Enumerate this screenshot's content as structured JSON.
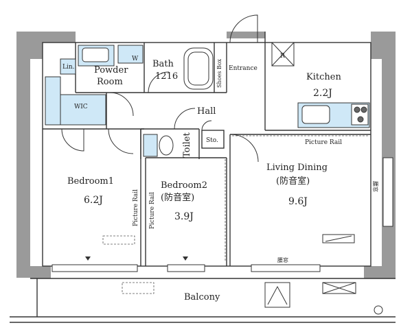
{
  "rooms": {
    "bath_label": "Bath",
    "bath_size": "1216",
    "powder_line1": "Powder",
    "powder_line2": "Room",
    "linen": "Lin.",
    "washer": "W",
    "shoes_box": "Shoes Box",
    "entrance": "Entrance",
    "kitchen": "Kitchen",
    "kitchen_size": "2.2J",
    "refrigerator": "R",
    "wic": "WIC",
    "hall": "Hall",
    "toilet": "Toilet",
    "storage": "Sto.",
    "bedroom1": "Bedroom1",
    "bedroom1_size": "6.2J",
    "bedroom2": "Bedroom2",
    "bedroom2_note": "(防音室)",
    "bedroom2_size": "3.9J",
    "living_dining": "Living Dining",
    "living_note": "(防音室)",
    "living_size": "9.6J",
    "balcony": "Balcony"
  },
  "notes": {
    "picture_rail": "Picture Rail",
    "window_low": "腰窓"
  },
  "colors": {
    "wall": "#9a9a9a",
    "line": "#333333",
    "fixture_blue": "#cfe8f7"
  }
}
